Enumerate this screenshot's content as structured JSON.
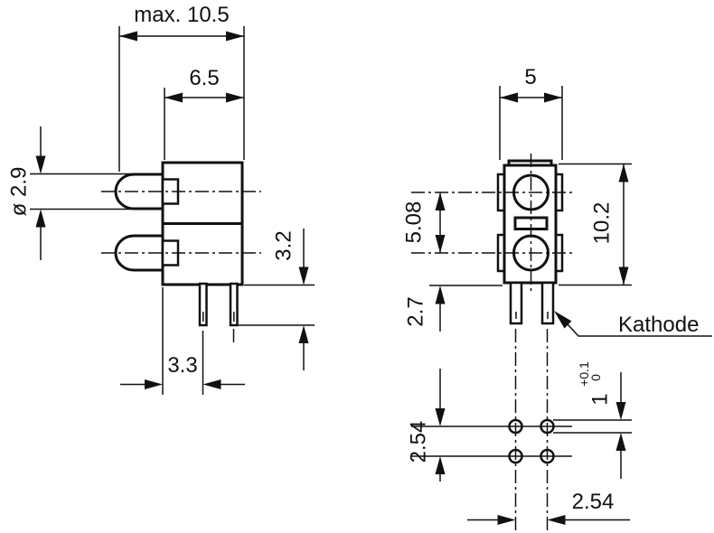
{
  "drawing": {
    "kind": "dimensioned technical drawing, two orthographic views of a dual-LED PCB indicator plus mounting-hole footprint"
  },
  "labels": {
    "max_width": "max. 10.5",
    "upper_width": "6.5",
    "led_diameter": "ø 2.9",
    "standoff_height": "3.2",
    "pin_offset": "3.3",
    "front_width": "5",
    "led_pitch": "5.08",
    "body_height": "10.2",
    "pin_length": "2.7",
    "cathode": "Kathode",
    "row_pitch": "2.54",
    "hole_size": "1",
    "hole_tol_upper": "+0.1",
    "hole_tol_lower": "0",
    "col_pitch": "2.54"
  },
  "colors": {
    "line": "#111111",
    "background": "#ffffff"
  }
}
